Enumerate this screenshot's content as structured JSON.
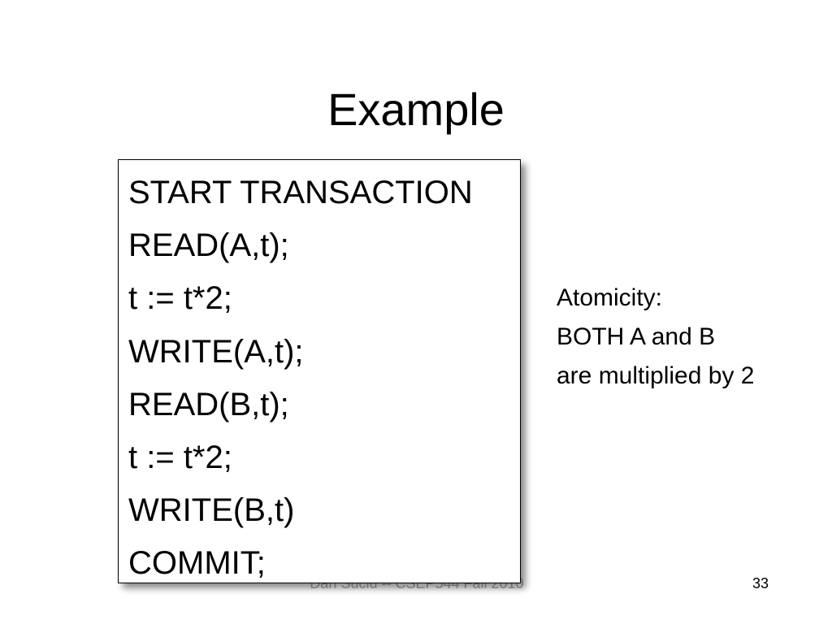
{
  "slide": {
    "title": "Example",
    "code_lines": [
      "START TRANSACTION",
      "READ(A,t);",
      "t := t*2;",
      "WRITE(A,t);",
      "READ(B,t);",
      "t := t*2;",
      "WRITE(B,t)",
      "COMMIT;"
    ],
    "note_lines": [
      "Atomicity:",
      "BOTH A and B",
      "are multiplied by 2"
    ],
    "footer": "Dan Suciu -- CSEP544 Fall 2010",
    "page_number": "33"
  }
}
